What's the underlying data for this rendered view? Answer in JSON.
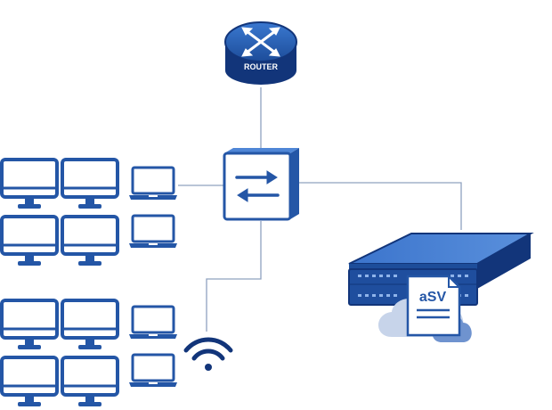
{
  "diagram": {
    "router": {
      "label": "ROUTER",
      "icon": "router-icon"
    },
    "switch": {
      "icon": "network-switch-icon"
    },
    "server": {
      "badge": "aSV",
      "icon": "server-rack-icon"
    },
    "wifi": {
      "icon": "wifi-icon"
    },
    "cloud": {
      "icon": "cloud-icon"
    },
    "desktop_icon": "desktop-monitor-icon",
    "laptop_icon": "laptop-icon",
    "clusters": [
      {
        "id": "top-cluster",
        "desktops": 4,
        "laptops": 2
      },
      {
        "id": "bottom-cluster",
        "desktops": 4,
        "laptops": 2
      }
    ]
  },
  "colors": {
    "primary": "#2456a6",
    "dark": "#12357a",
    "light": "#4f86d6",
    "line": "#8fa2bf",
    "cloud_back": "#c7d4ea",
    "cloud_front": "#6f93cf",
    "paper": "#ffffff"
  }
}
